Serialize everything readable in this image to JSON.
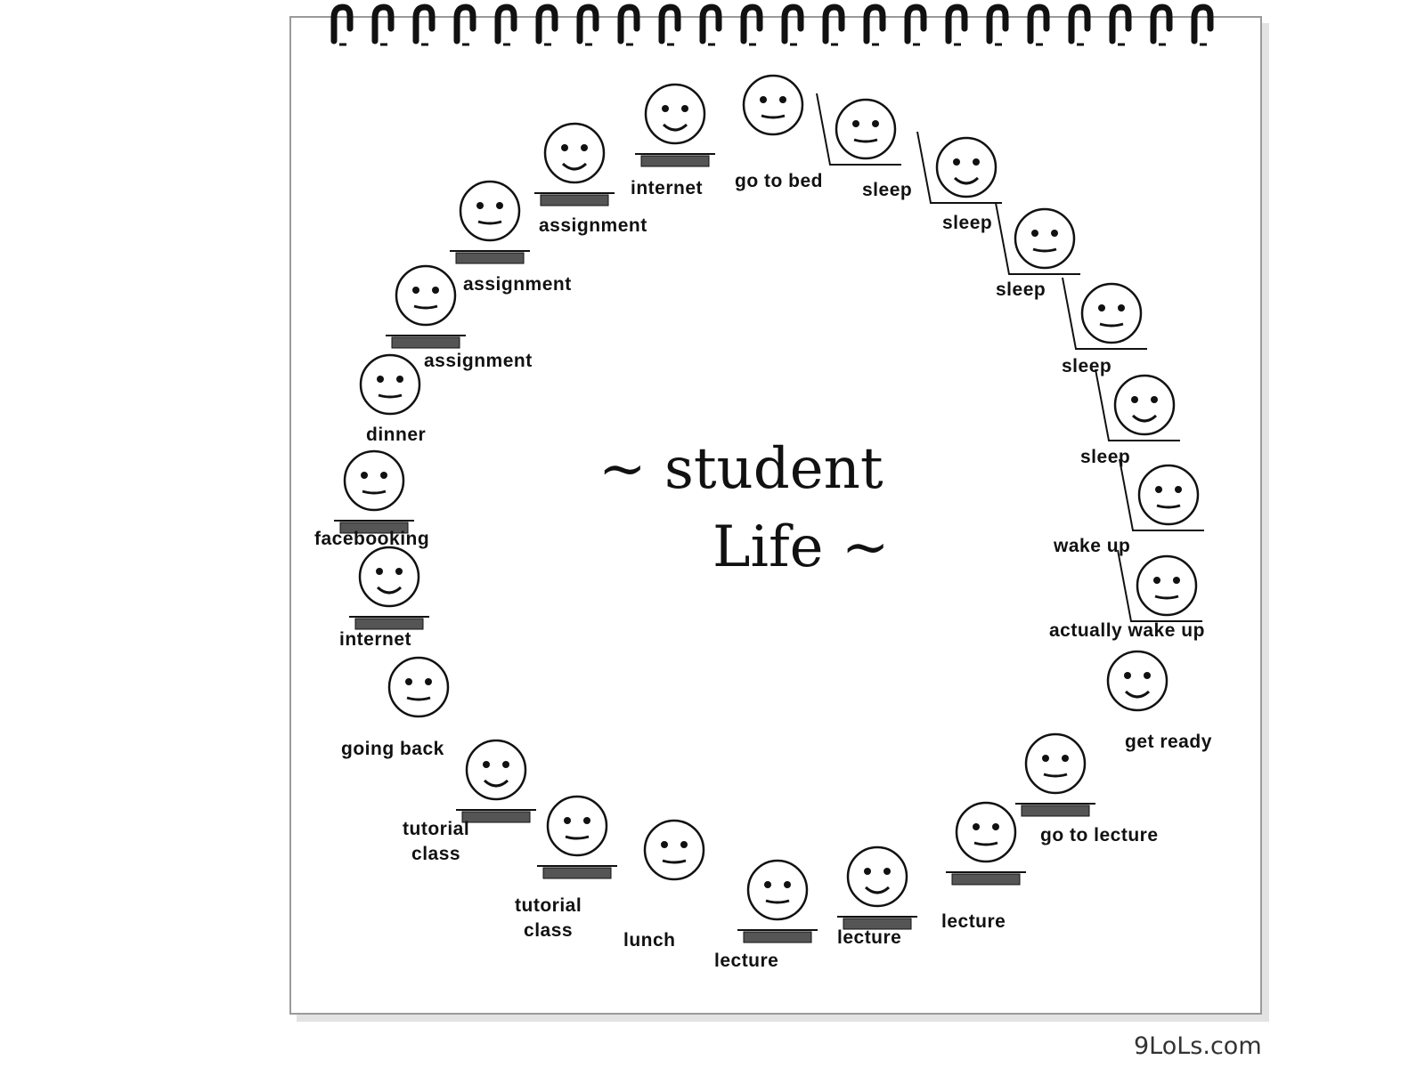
{
  "title": {
    "line1": "~ student",
    "line2": "Life ~"
  },
  "cycle_labels": [
    {
      "name": "label-internet-top",
      "text": "internet"
    },
    {
      "name": "label-go-to-bed",
      "text": "go to bed"
    },
    {
      "name": "label-sleep-1",
      "text": "sleep"
    },
    {
      "name": "label-sleep-2",
      "text": "sleep"
    },
    {
      "name": "label-sleep-3",
      "text": "sleep"
    },
    {
      "name": "label-sleep-4",
      "text": "sleep"
    },
    {
      "name": "label-sleep-5",
      "text": "sleep"
    },
    {
      "name": "label-wake-up",
      "text": "wake up"
    },
    {
      "name": "label-actually-wake-up",
      "text": "actually wake up"
    },
    {
      "name": "label-get-ready",
      "text": "get ready"
    },
    {
      "name": "label-go-to-lecture",
      "text": "go to lecture"
    },
    {
      "name": "label-lecture-1",
      "text": "lecture"
    },
    {
      "name": "label-lecture-2",
      "text": "lecture"
    },
    {
      "name": "label-lecture-3",
      "text": "lecture"
    },
    {
      "name": "label-lunch",
      "text": "lunch"
    },
    {
      "name": "label-tutorial-class-1",
      "lines": [
        "tutorial",
        "class"
      ]
    },
    {
      "name": "label-tutorial-class-2",
      "lines": [
        "tutorial",
        "class"
      ]
    },
    {
      "name": "label-going-back",
      "text": "going back"
    },
    {
      "name": "label-internet-bottom",
      "text": "internet"
    },
    {
      "name": "label-facebooking",
      "text": "facebooking"
    },
    {
      "name": "label-dinner",
      "text": "dinner"
    },
    {
      "name": "label-assignment-1",
      "text": "assignment"
    },
    {
      "name": "label-assignment-2",
      "text": "assignment"
    },
    {
      "name": "label-assignment-3",
      "text": "assignment"
    }
  ],
  "watermark": "9LoLs.com"
}
